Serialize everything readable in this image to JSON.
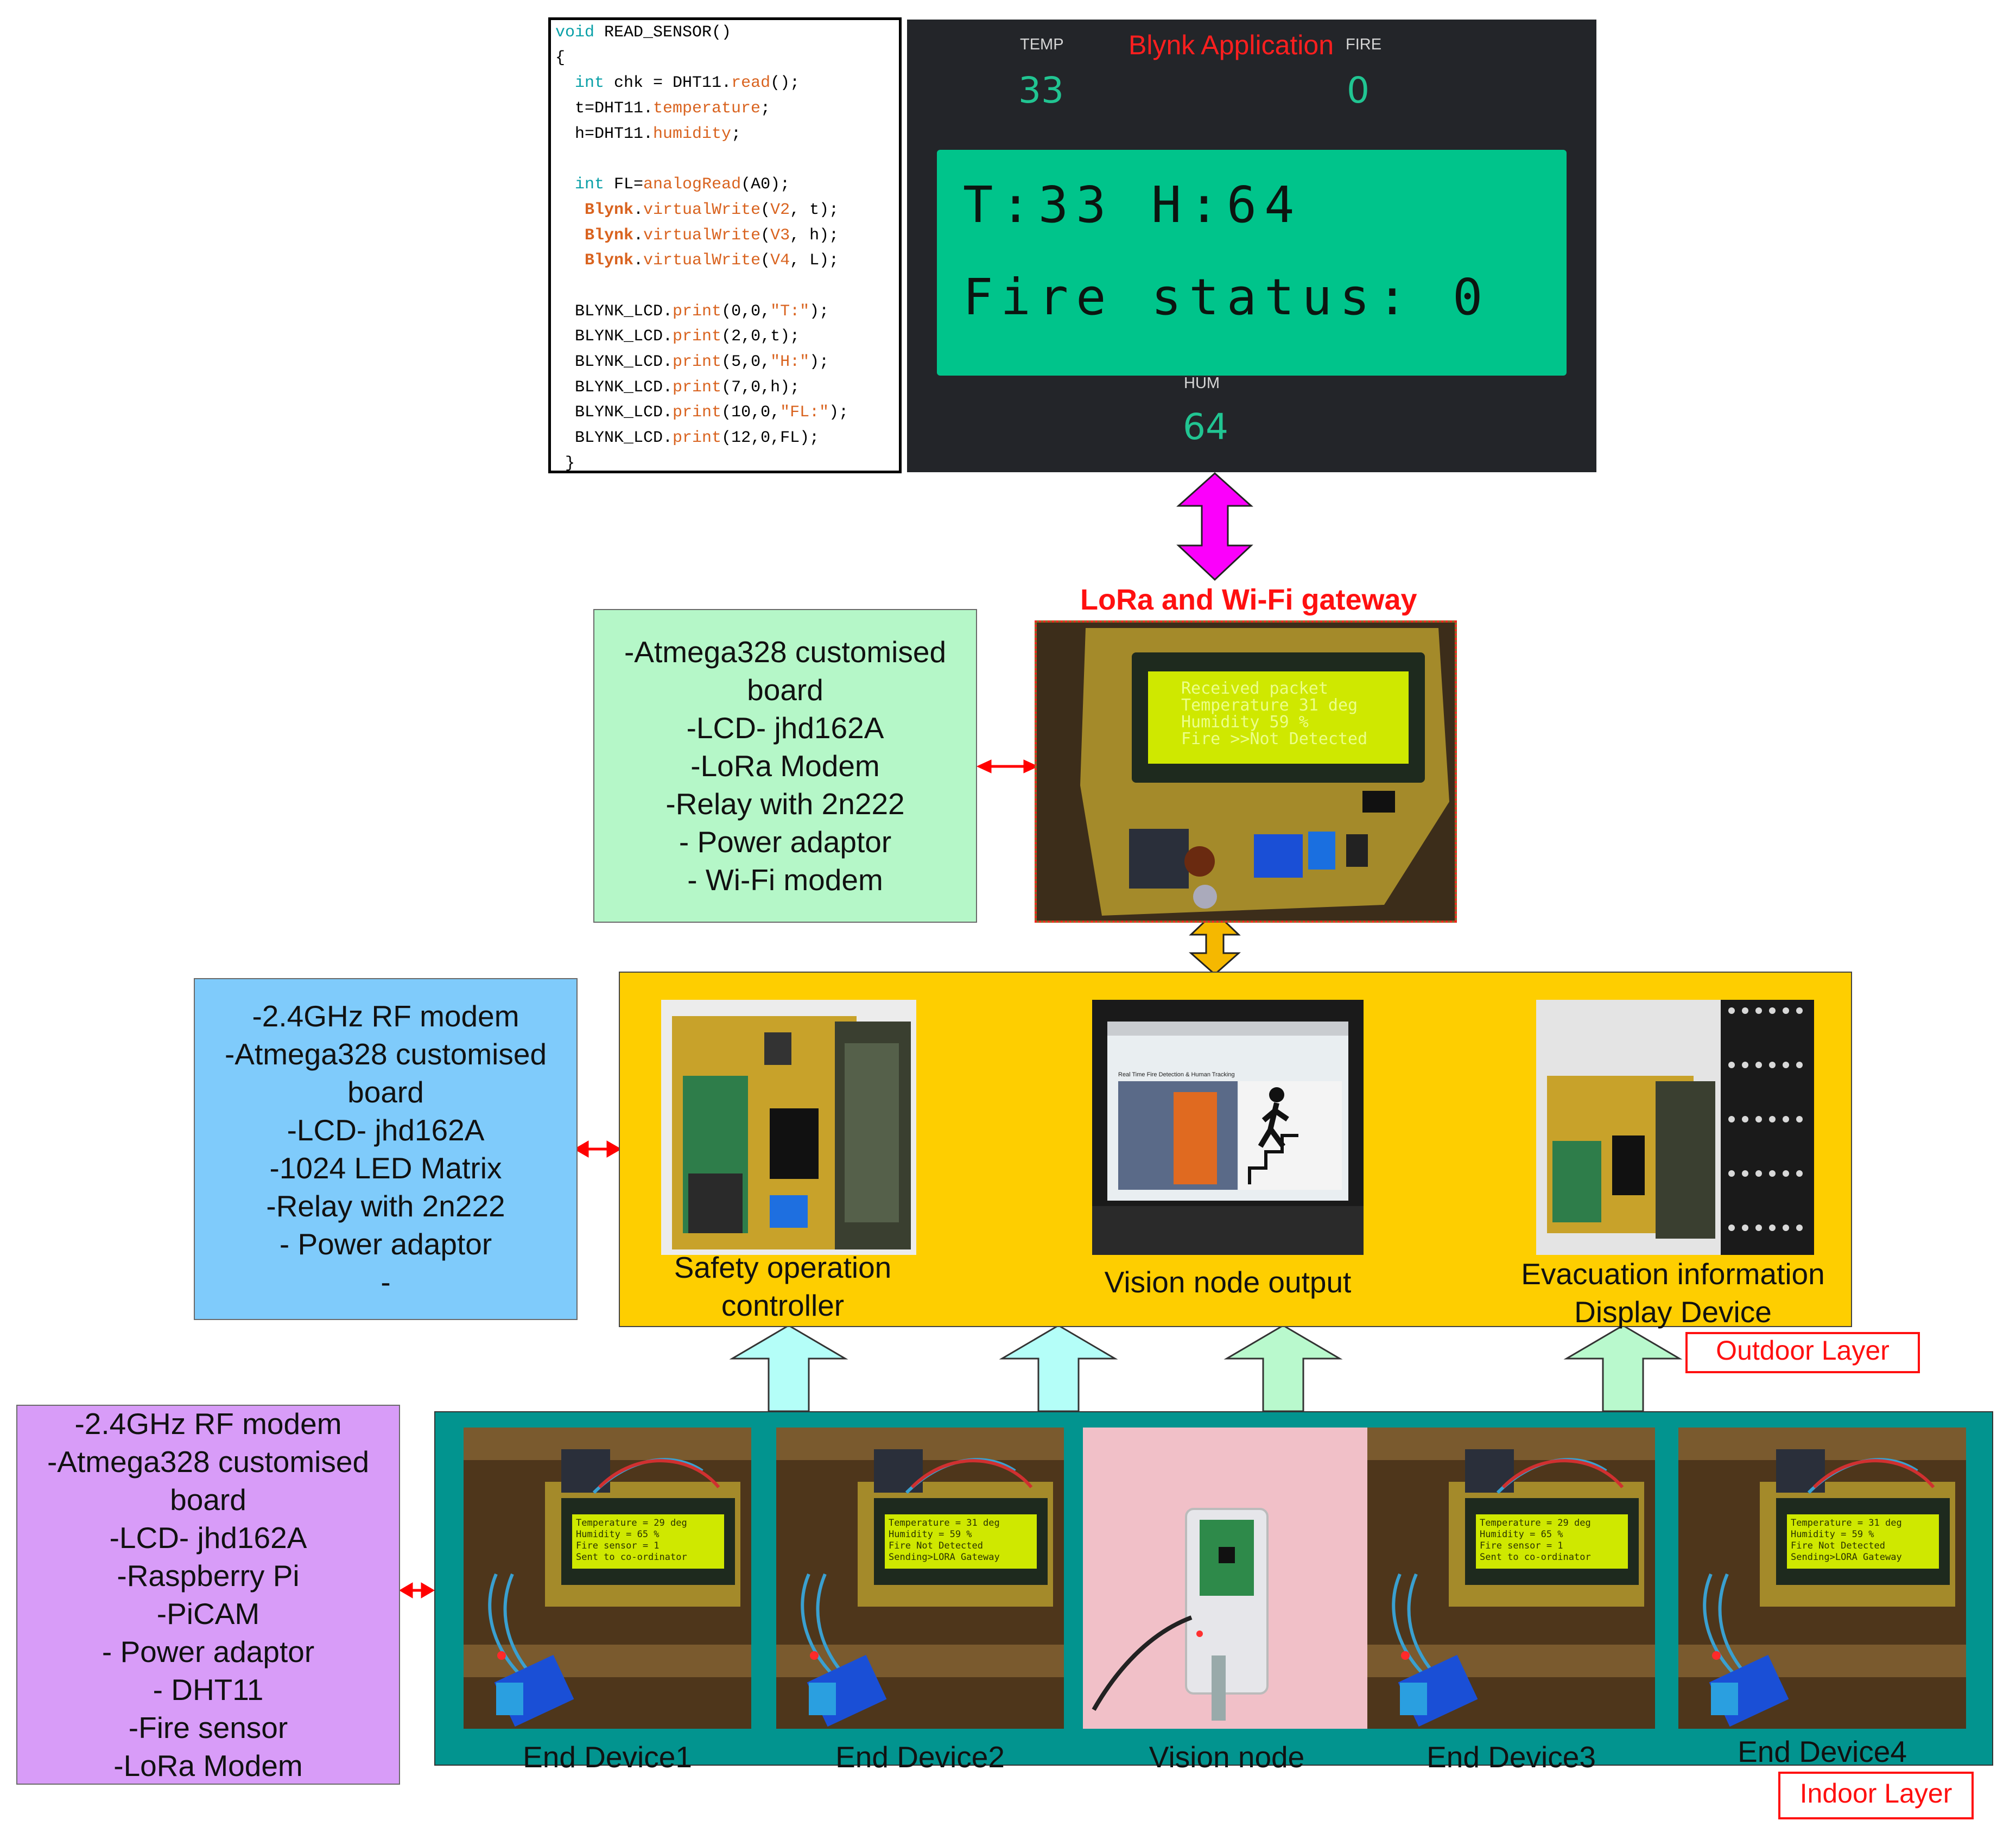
{
  "code_panel": {
    "lines": [
      {
        "parts": [
          {
            "t": "void",
            "c": "kw"
          },
          {
            "t": " READ_SENSOR()",
            "c": ""
          }
        ]
      },
      {
        "parts": [
          {
            "t": "{",
            "c": ""
          }
        ]
      },
      {
        "parts": [
          {
            "t": "  ",
            "c": ""
          },
          {
            "t": "int",
            "c": "kw"
          },
          {
            "t": " chk = DHT11.",
            "c": ""
          },
          {
            "t": "read",
            "c": "fn"
          },
          {
            "t": "();",
            "c": ""
          }
        ]
      },
      {
        "parts": [
          {
            "t": "  t=DHT11.",
            "c": ""
          },
          {
            "t": "temperature",
            "c": "fn"
          },
          {
            "t": ";",
            "c": ""
          }
        ]
      },
      {
        "parts": [
          {
            "t": "  h=DHT11.",
            "c": ""
          },
          {
            "t": "humidity",
            "c": "fn"
          },
          {
            "t": ";",
            "c": ""
          }
        ]
      },
      {
        "parts": [
          {
            "t": "",
            "c": ""
          }
        ]
      },
      {
        "parts": [
          {
            "t": "  ",
            "c": ""
          },
          {
            "t": "int",
            "c": "kw"
          },
          {
            "t": " FL=",
            "c": ""
          },
          {
            "t": "analogRead",
            "c": "fn"
          },
          {
            "t": "(A0);",
            "c": ""
          }
        ]
      },
      {
        "parts": [
          {
            "t": "   ",
            "c": ""
          },
          {
            "t": "Blynk",
            "c": "bl"
          },
          {
            "t": ".",
            "c": ""
          },
          {
            "t": "virtualWrite",
            "c": "fn"
          },
          {
            "t": "(",
            "c": ""
          },
          {
            "t": "V2",
            "c": "fn"
          },
          {
            "t": ", t);",
            "c": ""
          }
        ]
      },
      {
        "parts": [
          {
            "t": "   ",
            "c": ""
          },
          {
            "t": "Blynk",
            "c": "bl"
          },
          {
            "t": ".",
            "c": ""
          },
          {
            "t": "virtualWrite",
            "c": "fn"
          },
          {
            "t": "(",
            "c": ""
          },
          {
            "t": "V3",
            "c": "fn"
          },
          {
            "t": ", h);",
            "c": ""
          }
        ]
      },
      {
        "parts": [
          {
            "t": "   ",
            "c": ""
          },
          {
            "t": "Blynk",
            "c": "bl"
          },
          {
            "t": ".",
            "c": ""
          },
          {
            "t": "virtualWrite",
            "c": "fn"
          },
          {
            "t": "(",
            "c": ""
          },
          {
            "t": "V4",
            "c": "fn"
          },
          {
            "t": ", L);",
            "c": ""
          }
        ]
      },
      {
        "parts": [
          {
            "t": "",
            "c": ""
          }
        ]
      },
      {
        "parts": [
          {
            "t": "  BLYNK_LCD.",
            "c": ""
          },
          {
            "t": "print",
            "c": "fn"
          },
          {
            "t": "(0,0,",
            "c": ""
          },
          {
            "t": "\"T:\"",
            "c": "fn"
          },
          {
            "t": ");",
            "c": ""
          }
        ]
      },
      {
        "parts": [
          {
            "t": "  BLYNK_LCD.",
            "c": ""
          },
          {
            "t": "print",
            "c": "fn"
          },
          {
            "t": "(2,0,t);",
            "c": ""
          }
        ]
      },
      {
        "parts": [
          {
            "t": "  BLYNK_LCD.",
            "c": ""
          },
          {
            "t": "print",
            "c": "fn"
          },
          {
            "t": "(5,0,",
            "c": ""
          },
          {
            "t": "\"H:\"",
            "c": "fn"
          },
          {
            "t": ");",
            "c": ""
          }
        ]
      },
      {
        "parts": [
          {
            "t": "  BLYNK_LCD.",
            "c": ""
          },
          {
            "t": "print",
            "c": "fn"
          },
          {
            "t": "(7,0,h);",
            "c": ""
          }
        ]
      },
      {
        "parts": [
          {
            "t": "  BLYNK_LCD.",
            "c": ""
          },
          {
            "t": "print",
            "c": "fn"
          },
          {
            "t": "(10,0,",
            "c": ""
          },
          {
            "t": "\"FL:\"",
            "c": "fn"
          },
          {
            "t": ");",
            "c": ""
          }
        ]
      },
      {
        "parts": [
          {
            "t": "  BLYNK_LCD.",
            "c": ""
          },
          {
            "t": "print",
            "c": "fn"
          },
          {
            "t": "(12,0,FL);",
            "c": ""
          }
        ]
      },
      {
        "parts": [
          {
            "t": " }",
            "c": ""
          }
        ]
      }
    ]
  },
  "blynk": {
    "title": "Blynk Application",
    "temp_label": "TEMP",
    "temp_value": "33",
    "fire_label": "FIRE",
    "fire_value": "0",
    "lcd_line1": "T:33 H:64",
    "lcd_line2": "Fire status: 0",
    "hum_label": "HUM",
    "hum_value": "64"
  },
  "gateway": {
    "title": "LoRa and Wi-Fi gateway",
    "lcd_lines": [
      "Received packet",
      "Temperature 31 deg",
      "Humidity 59 %",
      "Fire >>Not Detected"
    ],
    "components": [
      "-Atmega328 customised board",
      "-LCD- jhd162A",
      "-LoRa Modem",
      "-Relay with 2n222",
      "- Power adaptor",
      "- Wi-Fi modem"
    ]
  },
  "outdoor": {
    "label": "Outdoor  Layer",
    "components": [
      "-2.4GHz RF modem",
      "-Atmega328 customised board",
      "-LCD- jhd162A",
      "-1024 LED Matrix",
      "-Relay with 2n222",
      "- Power adaptor",
      "-"
    ],
    "devices": [
      {
        "caption": "Safety operation controller"
      },
      {
        "caption": "Vision node output",
        "screen_text": "Real Time Fire Detection & Human Tracking"
      },
      {
        "caption": "Evacuation information Display Device"
      }
    ]
  },
  "indoor": {
    "label": "Indoor Layer",
    "components": [
      "-2.4GHz RF modem",
      "-Atmega328 customised board",
      "-LCD- jhd162A",
      "-Raspberry Pi",
      "-PiCAM",
      "- Power adaptor",
      "- DHT11",
      "-Fire sensor",
      "-LoRa Modem"
    ],
    "devices": [
      {
        "caption": "End Device1",
        "lcd": [
          "Temperature = 29 deg",
          "Humidity = 65 %",
          "Fire sensor = 1",
          "Sent to co-ordinator"
        ]
      },
      {
        "caption": "End Device2",
        "lcd": [
          "Temperature = 31 deg",
          "Humidity = 59 %",
          "Fire Not Detected",
          "Sending>LORA Gateway"
        ]
      },
      {
        "caption": "Vision node"
      },
      {
        "caption": "End Device3",
        "lcd": [
          "Temperature = 29 deg",
          "Humidity = 65 %",
          "Fire sensor = 1",
          "Sent to co-ordinator"
        ]
      },
      {
        "caption": "End Device4",
        "lcd": [
          "Temperature = 31 deg",
          "Humidity = 59 %",
          "Fire Not Detected",
          "Sending>LORA Gateway"
        ]
      }
    ]
  },
  "colors": {
    "gateway_box": "#b5f7c8",
    "outdoor_box": "#7fcbfb",
    "indoor_box": "#d89cf8",
    "outdoor_layer": "#fece00",
    "indoor_layer": "#02948f",
    "blynk_bg": "#232529",
    "blynk_accent": "#21c592",
    "arrow_magenta": "#fb00fb",
    "arrow_orange": "#f5b800",
    "arrow_cyan": "#b4fef8",
    "arrow_green": "#b9f9cd"
  }
}
